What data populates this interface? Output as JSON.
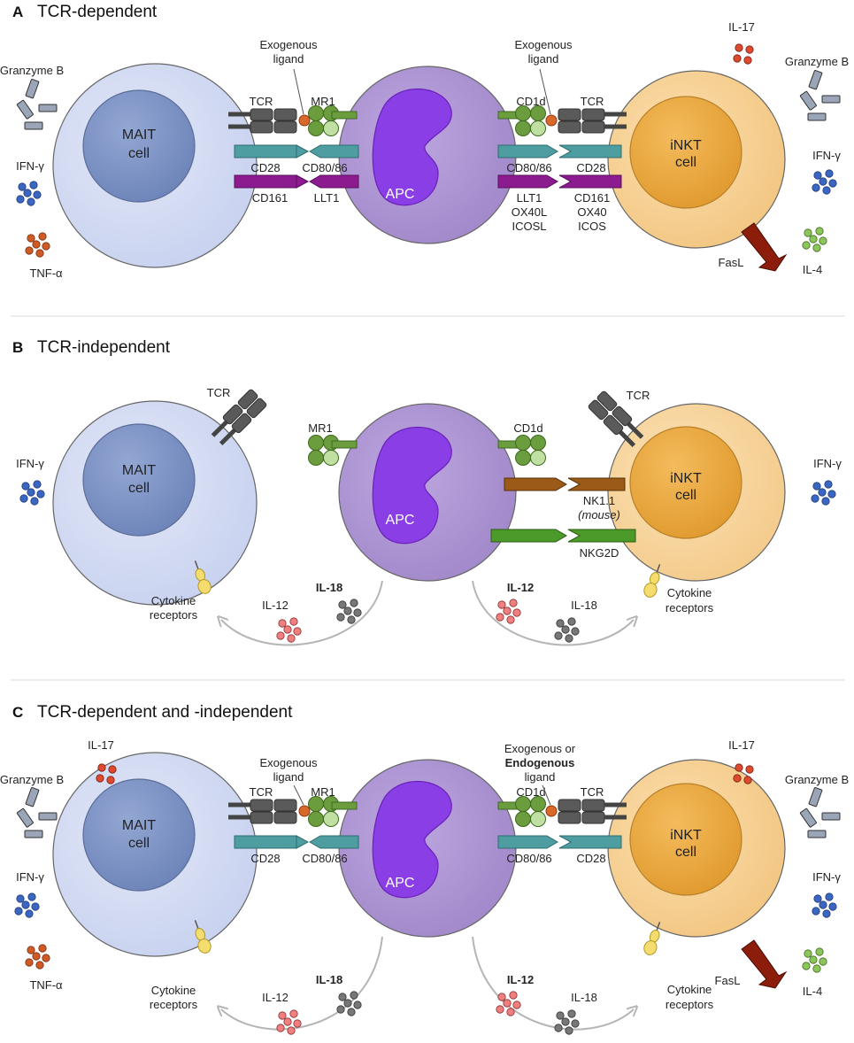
{
  "colors": {
    "mait_outer": "#d5dcf3",
    "mait_nucleus": "#7f95c6",
    "apc_outer": "#a88fcf",
    "apc_nucleus": "#8a3fe6",
    "inkt_outer": "#f5cf93",
    "inkt_nucleus": "#eeaa42",
    "teal": "#4e9ea1",
    "purple_receptor": "#8b1b8e",
    "green_mhc": "#6fa041",
    "tcr_gray": "#555555",
    "ifn": "#3b67c3",
    "tnf": "#cf5a25",
    "il17": "#dd4a2f",
    "il4": "#8cc55a",
    "il12": "#f07f7f",
    "il18": "#777777",
    "fasl": "#8b1d0a",
    "nk11": "#9b5a17",
    "nkg2d": "#4c9a2a",
    "receptor_yellow": "#f5dc6e",
    "arrow_gray": "#b5b5b5"
  },
  "panels": {
    "a": {
      "letter": "A",
      "title": "TCR-dependent",
      "mait": {
        "line1": "MAIT",
        "line2": "cell"
      },
      "apc": "APC",
      "inkt": {
        "line1": "iNKT",
        "line2": "cell"
      },
      "left_exo": {
        "line1": "Exogenous",
        "line2": "ligand"
      },
      "right_exo": {
        "line1": "Exogenous",
        "line2": "ligand"
      },
      "tcr_left": "TCR",
      "mr1": "MR1",
      "cd1d": "CD1d",
      "tcr_right": "TCR",
      "cd28_left": "CD28",
      "cd8086_left": "CD80/86",
      "cd8086_right": "CD80/86",
      "cd28_right": "CD28",
      "cd161_left": "CD161",
      "llt1_left": "LLT1",
      "apc_right_ligands": [
        "LLT1",
        "OX40L",
        "ICOSL"
      ],
      "inkt_receptors": [
        "CD161",
        "OX40",
        "ICOS"
      ],
      "granzyme_left": "Granzyme B",
      "ifn_left": "IFN-γ",
      "tnf_left": "TNF-α",
      "il17_right": "IL-17",
      "granzyme_right": "Granzyme B",
      "ifn_right": "IFN-γ",
      "fasl": "FasL",
      "il4": "IL-4"
    },
    "b": {
      "letter": "B",
      "title": "TCR-independent",
      "mait": {
        "line1": "MAIT",
        "line2": "cell"
      },
      "apc": "APC",
      "inkt": {
        "line1": "iNKT",
        "line2": "cell"
      },
      "tcr_left": "TCR",
      "tcr_right": "TCR",
      "mr1": "MR1",
      "cd1d": "CD1d",
      "nk11": "NK1.1",
      "mouse": "(mouse)",
      "nkg2d": "NKG2D",
      "ifn_left": "IFN-γ",
      "ifn_right": "IFN-γ",
      "cytokine_left": {
        "line1": "Cytokine",
        "line2": "receptors"
      },
      "cytokine_right": {
        "line1": "Cytokine",
        "line2": "receptors"
      },
      "il18_left_bold": "IL-18",
      "il12_left": "IL-12",
      "il12_right_bold": "IL-12",
      "il18_right": "IL-18"
    },
    "c": {
      "letter": "C",
      "title": "TCR-dependent and -independent",
      "mait": {
        "line1": "MAIT",
        "line2": "cell"
      },
      "apc": "APC",
      "inkt": {
        "line1": "iNKT",
        "line2": "cell"
      },
      "left_exo": {
        "line1": "Exogenous",
        "line2": "ligand"
      },
      "right_exo": {
        "line1": "Exogenous or",
        "line2": "Endogenous",
        "line3": "ligand"
      },
      "tcr_left": "TCR",
      "mr1": "MR1",
      "cd1d": "CD1d",
      "tcr_right": "TCR",
      "cd28_left": "CD28",
      "cd8086_left": "CD80/86",
      "cd8086_right": "CD80/86",
      "cd28_right": "CD28",
      "il17_left": "IL-17",
      "granzyme_left": "Granzyme B",
      "ifn_left": "IFN-γ",
      "tnf_left": "TNF-α",
      "il17_right": "IL-17",
      "granzyme_right": "Granzyme B",
      "ifn_right": "IFN-γ",
      "fasl": "FasL",
      "il4": "IL-4",
      "cytokine_left": {
        "line1": "Cytokine",
        "line2": "receptors"
      },
      "cytokine_right": {
        "line1": "Cytokine",
        "line2": "receptors"
      },
      "il18_left_bold": "IL-18",
      "il12_left": "IL-12",
      "il12_right_bold": "IL-12",
      "il18_right": "IL-18"
    }
  }
}
